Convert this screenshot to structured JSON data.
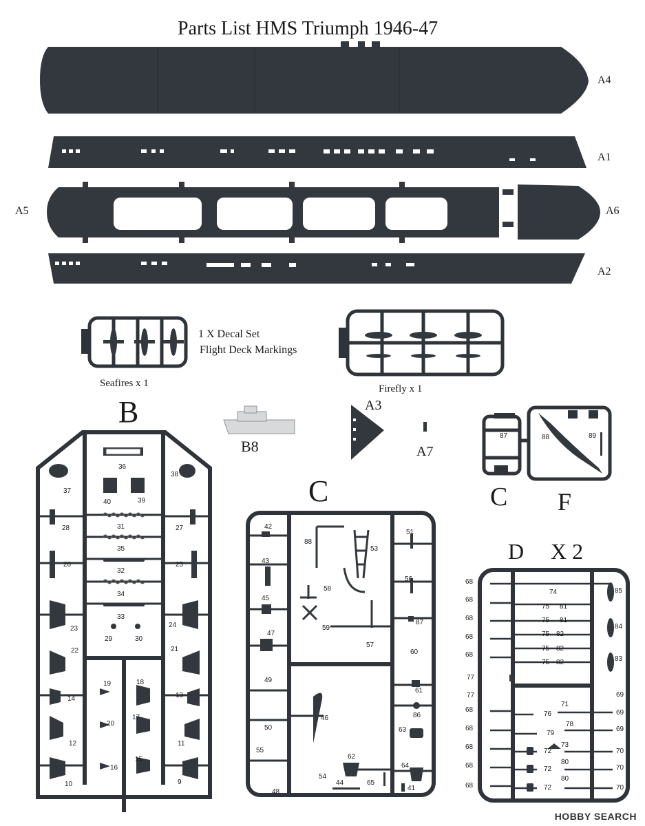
{
  "title": "Parts List HMS Triumph 1946-47",
  "hull_labels": {
    "a4": "A4",
    "a1": "A1",
    "a5": "A5",
    "a6": "A6",
    "a2": "A2"
  },
  "frets": {
    "seafires": "Seafires x 1",
    "firefly": "Firefly x 1",
    "decal_line1": "1 X Decal Set",
    "decal_line2": "Flight Deck Markings"
  },
  "parts": {
    "b8": "B8",
    "a3": "A3",
    "a7": "A7"
  },
  "sprue_labels": {
    "b": "B",
    "c": "C",
    "c_small": "C",
    "f": "F",
    "d": "D",
    "d_count": "X 2"
  },
  "small_part_numbers": {
    "c87": "87",
    "f88": "88",
    "f89": "89"
  },
  "sprue_b": {
    "n36": "36",
    "n37": "37",
    "n38": "38",
    "n40": "40",
    "n39": "39",
    "n28": "28",
    "n31": "31",
    "n27": "27",
    "n35": "35",
    "n26": "26",
    "n32": "32",
    "n25": "25",
    "n34": "34",
    "n33": "33",
    "n23": "23",
    "n24": "24",
    "n29": "29",
    "n30": "30",
    "n22": "22",
    "n21": "21",
    "n19": "19",
    "n18": "18",
    "n14": "14",
    "n13": "13",
    "n20": "20",
    "n17": "17",
    "n12": "12",
    "n11": "11",
    "n15": "15",
    "n16": "16",
    "n10": "10",
    "n9": "9"
  },
  "sprue_c": {
    "n42": "42",
    "n88": "88",
    "n53": "53",
    "n51": "51",
    "n43": "43",
    "n58": "58",
    "n56": "56",
    "n45": "45",
    "n59": "59",
    "n87": "87",
    "n47": "47",
    "n57": "57",
    "n60": "60",
    "n49": "49",
    "n46": "46",
    "n61": "61",
    "n86": "86",
    "n50": "50",
    "n55": "55",
    "n63": "63",
    "n62": "62",
    "n64": "64",
    "n54": "54",
    "n44": "44",
    "n65": "65",
    "n48": "48",
    "n41": "41"
  },
  "sprue_d": {
    "l1": "68",
    "l2": "68",
    "l3": "68",
    "l4": "68",
    "l5": "68",
    "l6": "77",
    "l7": "77",
    "l8": "68",
    "l9": "68",
    "l10": "68",
    "l11": "68",
    "l12": "68",
    "n74": "74",
    "n75a": "75",
    "n81a": "81",
    "n75b": "75",
    "n81b": "81",
    "n75c": "75",
    "n82a": "82",
    "n75d": "75",
    "n82b": "82",
    "n75e": "75",
    "n82c": "82",
    "n85": "85",
    "n84": "84",
    "n83": "83",
    "n71": "71",
    "n69a": "69",
    "n69b": "69",
    "n76": "76",
    "n78": "78",
    "n69c": "69",
    "n79": "79",
    "n73": "73",
    "n72a": "72",
    "n70a": "70",
    "n80a": "80",
    "n72b": "72",
    "n70b": "70",
    "n80b": "80",
    "n72c": "72",
    "n70c": "70"
  },
  "watermark": "HOBBY SEARCH",
  "colors": {
    "part": "#33383f",
    "sprue": "#2f343a",
    "paper": "#ffffff",
    "grey_part": "#d7d9db"
  }
}
